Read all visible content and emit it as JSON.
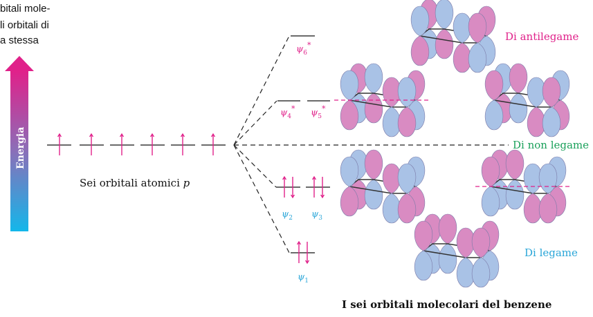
{
  "intro_text": [
    "bitali mole-",
    "li orbitali di",
    "a stessa"
  ],
  "energy_label": "Energia",
  "atomic_label": "Sei orbitali atomici",
  "atomic_label_var": "p",
  "mo_labels": {
    "psi1": "1",
    "psi2": "2",
    "psi3": "3",
    "psi4": "4",
    "psi5": "5",
    "psi6": "6"
  },
  "psi_symbol": "ψ",
  "star": "*",
  "category_labels": {
    "antibonding": "Di antilegame",
    "nonbonding": "Di non legame",
    "bonding": "Di legame"
  },
  "caption": "I sei orbitali molecolari del benzene",
  "colors": {
    "magenta": "#e0218a",
    "cyan": "#2aa6d8",
    "green": "#1aa05a",
    "lobe_pink": "#d98bc2",
    "lobe_blue": "#a9c2e6"
  }
}
